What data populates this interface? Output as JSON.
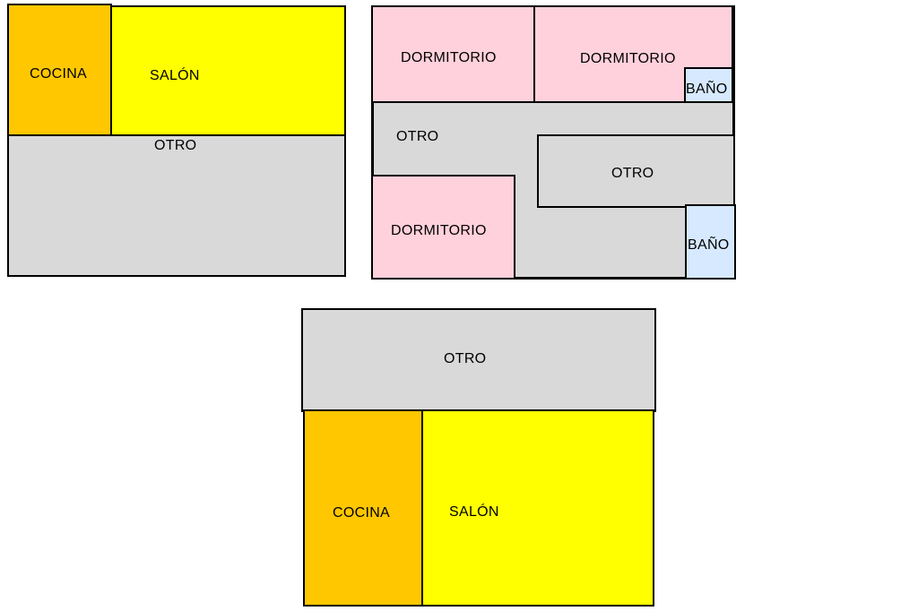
{
  "colors": {
    "cocina": "#ffc700",
    "salon": "#ffff00",
    "otro": "#d9d9d9",
    "dormitorio": "#ffd1dc",
    "bano": "#d6e9ff",
    "border": "#000000"
  },
  "plan_1": {
    "cocina": "COCINA",
    "salon": "SALÓN",
    "otro": "OTRO"
  },
  "plan_2": {
    "dormitorio_1": "DORMITORIO",
    "dormitorio_2": "DORMITORIO",
    "bano_1": "BAÑO",
    "otro_1": "OTRO",
    "otro_2": "OTRO",
    "dormitorio_3": "DORMITORIO",
    "bano_2": "BAÑO"
  },
  "plan_3": {
    "otro": "OTRO",
    "cocina": "COCINA",
    "salon": "SALÓN"
  }
}
